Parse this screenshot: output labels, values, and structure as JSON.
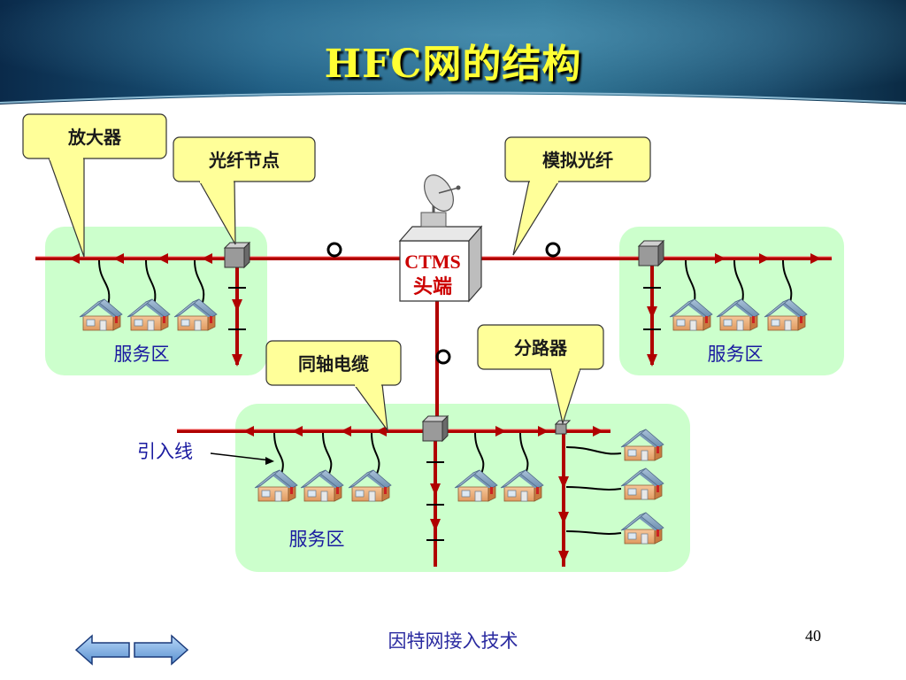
{
  "title": "HFC网的结构",
  "labels": {
    "amplifier": "放大器",
    "fiber_node": "光纤节点",
    "analog_fiber": "模拟光纤",
    "coax_cable": "同轴电缆",
    "splitter": "分路器",
    "drop_line": "引入线",
    "ctms_line1": "CTMS",
    "ctms_line2": "头端"
  },
  "zones": [
    "服务区",
    "服务区",
    "服务区"
  ],
  "footer": {
    "text": "因特网接入技术",
    "page": "40"
  },
  "nav": {
    "prev_icon": "left-arrow-icon",
    "next_icon": "right-arrow-icon"
  },
  "colors": {
    "title": "#ffff33",
    "cable": "#b00000",
    "zone_fill": "#ccffcc",
    "callout_fill": "#ffff99",
    "text_blue": "#1a1aa0"
  }
}
